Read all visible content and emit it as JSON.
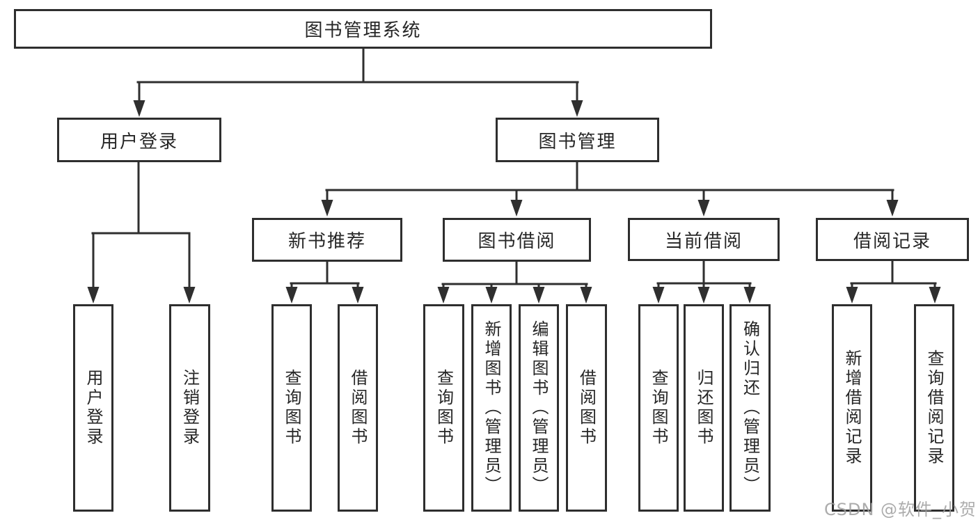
{
  "tree": {
    "root": {
      "label": "图书管理系统"
    },
    "branches": [
      {
        "label": "用户登录",
        "children": [
          {
            "label": "用户登录"
          },
          {
            "label": "注销登录"
          }
        ]
      },
      {
        "label": "图书管理",
        "children": [
          {
            "label": "新书推荐",
            "children": [
              {
                "label": "查询图书"
              },
              {
                "label": "借阅图书"
              }
            ]
          },
          {
            "label": "图书借阅",
            "children": [
              {
                "label": "查询图书"
              },
              {
                "label": "新增图书（管理员）"
              },
              {
                "label": "编辑图书（管理员）"
              },
              {
                "label": "借阅图书"
              }
            ]
          },
          {
            "label": "当前借阅",
            "children": [
              {
                "label": "查询图书"
              },
              {
                "label": "归还图书"
              },
              {
                "label": "确认归还（管理员）"
              }
            ]
          },
          {
            "label": "借阅记录",
            "children": [
              {
                "label": "新增借阅记录"
              },
              {
                "label": "查询借阅记录"
              }
            ]
          }
        ]
      }
    ]
  },
  "watermark": {
    "text": "CSDN @软件_小贺同学"
  },
  "colors": {
    "line": "#2f2f2f",
    "box_border": "#2e2e2e",
    "text": "#262626",
    "watermark": "#9e9e9e"
  }
}
